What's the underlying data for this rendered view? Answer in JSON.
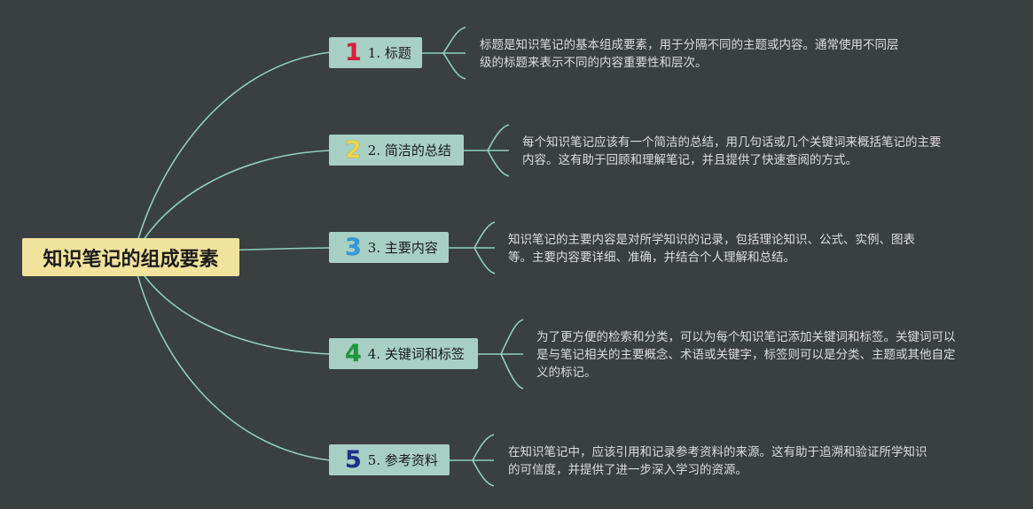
{
  "root": {
    "title": "知识笔记的组成要素"
  },
  "colors": {
    "background": "#3a3f42",
    "line": "#8fcfbd",
    "root_fill": "#f1e39c",
    "topic_fill": "#a8cfc4",
    "desc_text": "#dcdcdc"
  },
  "topics": [
    {
      "badge": "1",
      "badge_color": "#d61f3c",
      "label": "1. 标题",
      "desc_lines": [
        "标题是知识笔记的基本组成要素，用于分隔不同的主题或内容。通常使用不同层",
        "级的标题来表示不同的内容重要性和层次。"
      ]
    },
    {
      "badge": "2",
      "badge_color": "#f0d54a",
      "label": "2. 简洁的总结",
      "desc_lines": [
        "每个知识笔记应该有一个简洁的总结，用几句话或几个关键词来概括笔记的主要",
        "内容。这有助于回顾和理解笔记，并且提供了快速查阅的方式。"
      ]
    },
    {
      "badge": "3",
      "badge_color": "#2e9be0",
      "label": "3. 主要内容",
      "desc_lines": [
        "知识笔记的主要内容是对所学知识的记录，包括理论知识、公式、实例、图表",
        "等。主要内容要详细、准确，并结合个人理解和总结。"
      ]
    },
    {
      "badge": "4",
      "badge_color": "#1e9a3a",
      "label": "4. 关键词和标签",
      "desc_lines": [
        "为了更方便的检索和分类，可以为每个知识笔记添加关键词和标签。关键词可以",
        "是与笔记相关的主要概念、术语或关键字，标签则可以是分类、主题或其他自定",
        "义的标记。"
      ]
    },
    {
      "badge": "5",
      "badge_color": "#1f2f8c",
      "label": "5. 参考资料",
      "desc_lines": [
        "在知识笔记中，应该引用和记录参考资料的来源。这有助于追溯和验证所学知识",
        "的可信度，并提供了进一步深入学习的资源。"
      ]
    }
  ]
}
